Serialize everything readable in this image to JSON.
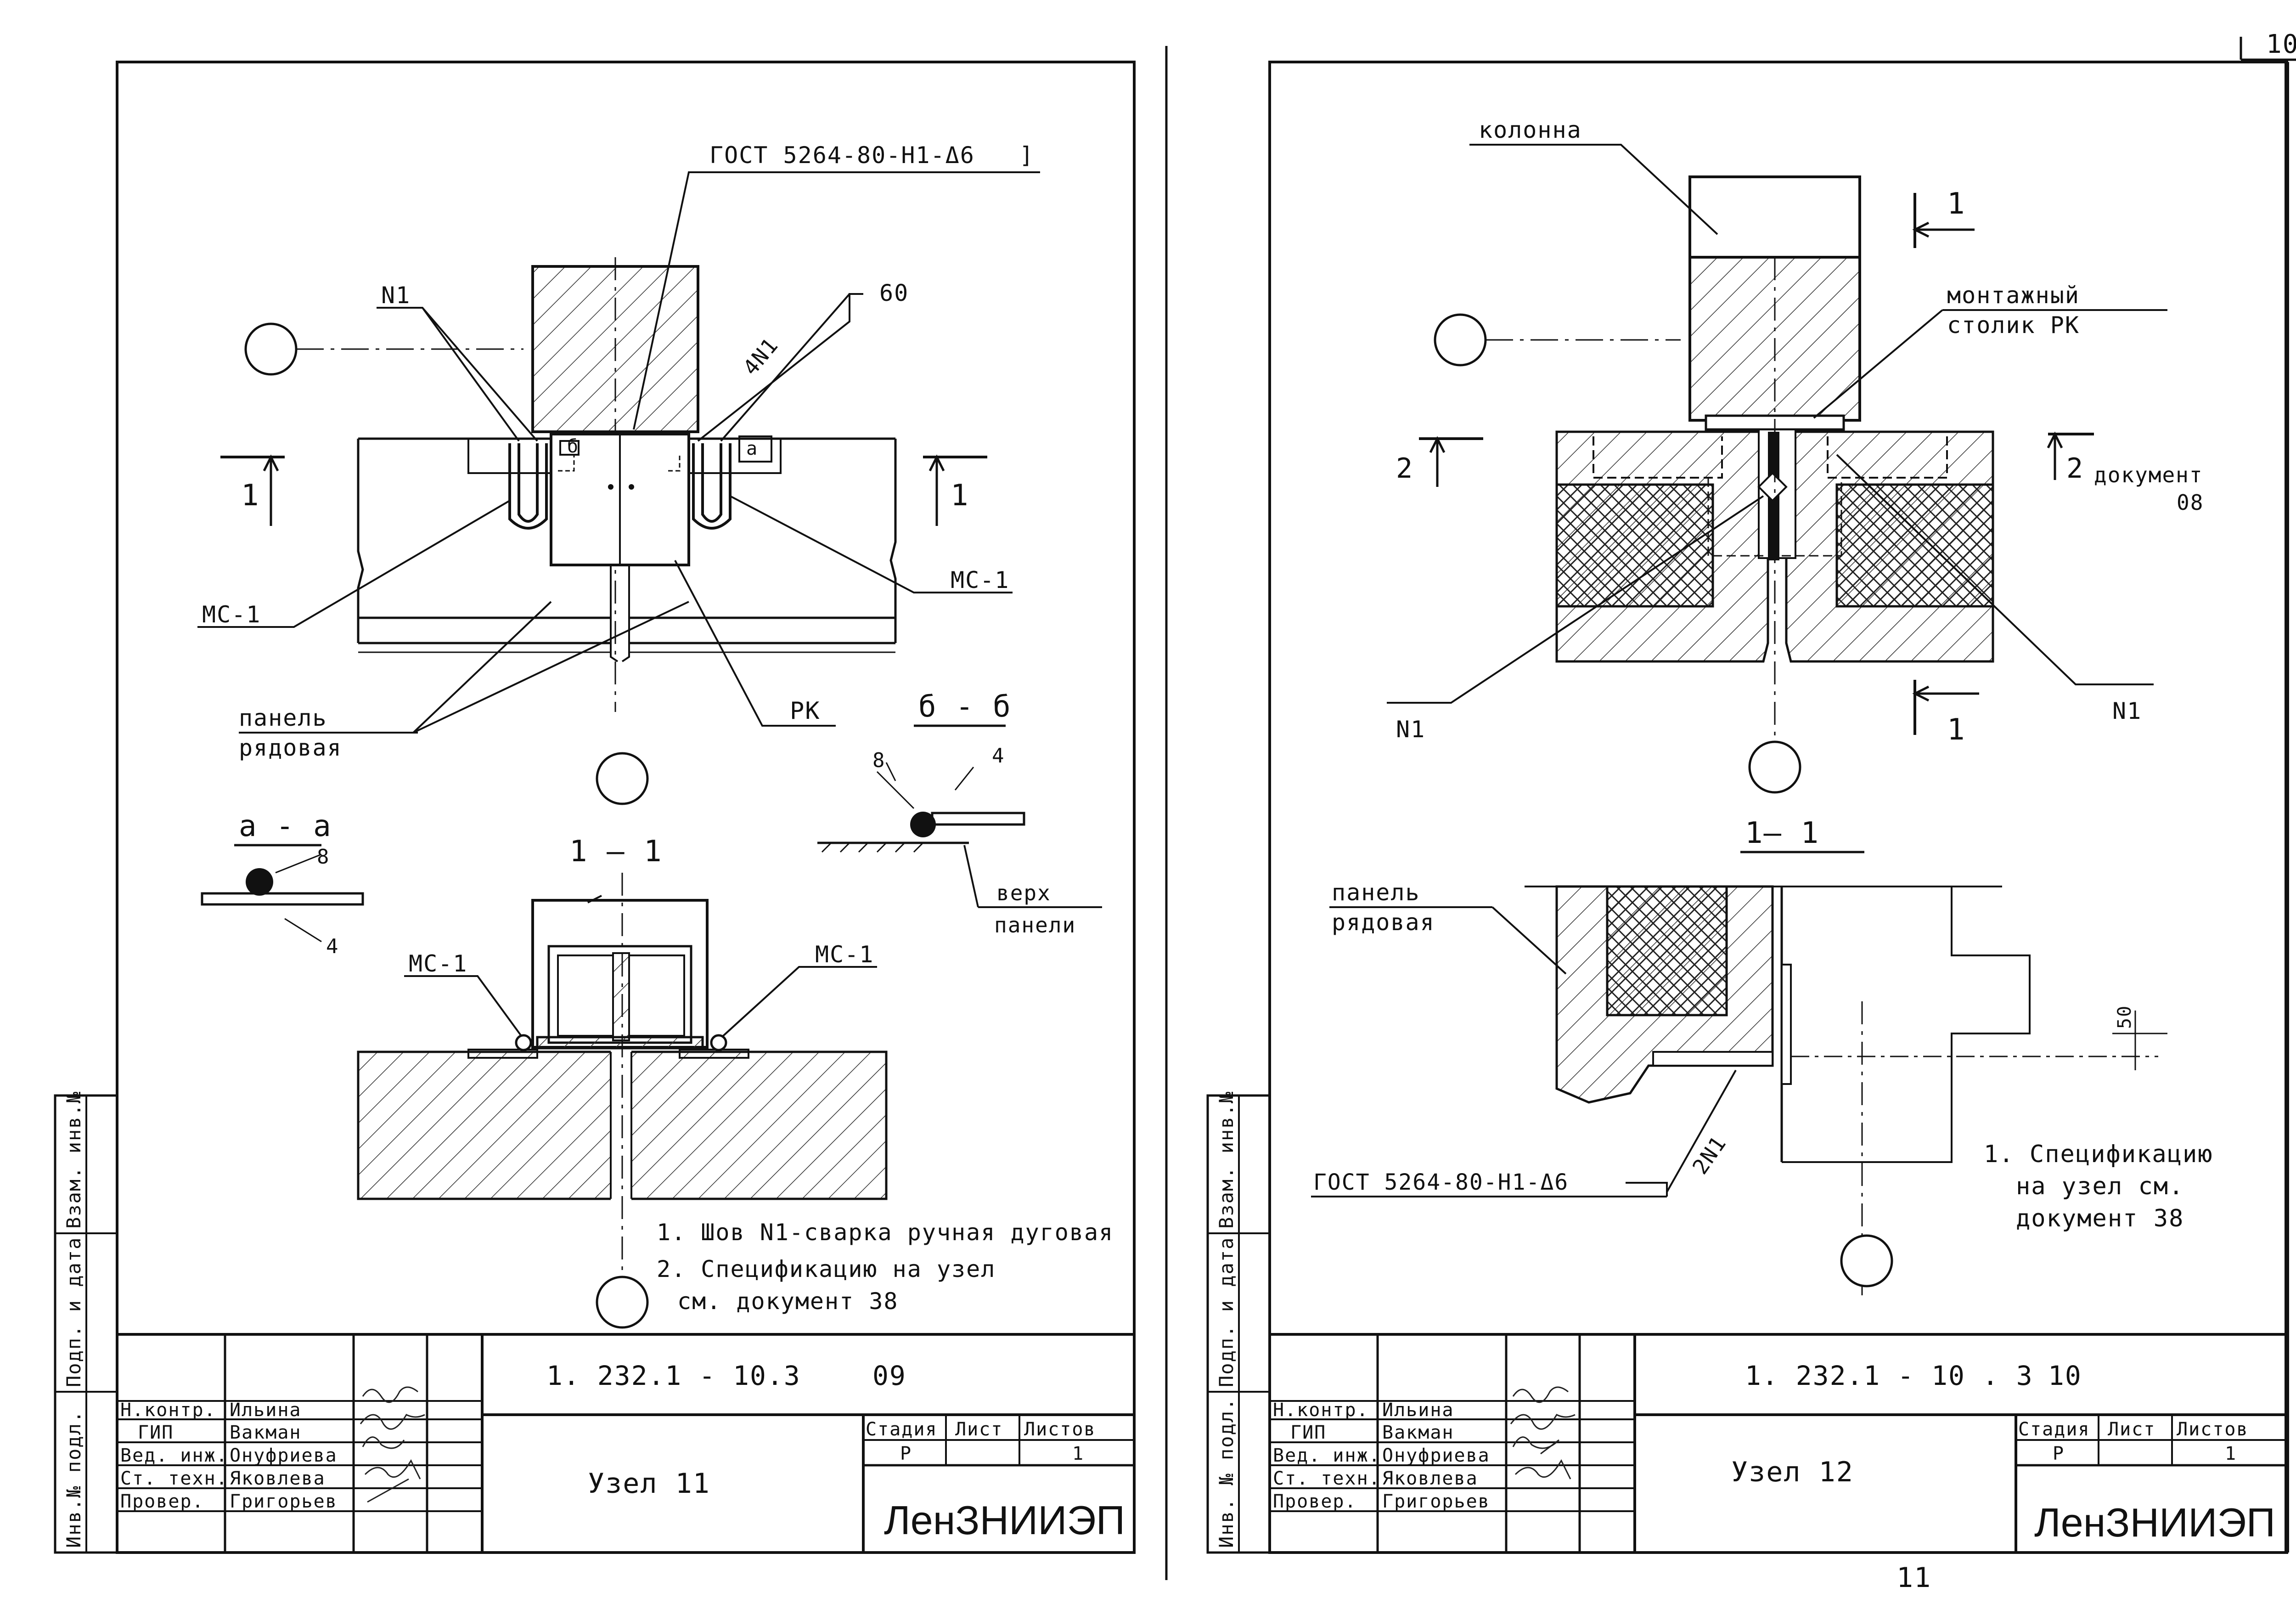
{
  "page_corner": {
    "top": "10"
  },
  "page_footer": {
    "number": "11"
  },
  "sheets": [
    {
      "code": "1. 232.1 - 10.3",
      "sheet_no": "09",
      "node_title": "Узел 11",
      "org": "ЛенЗНИИЭП",
      "stage_headers": [
        "Стадия",
        "Лист",
        "Листов"
      ],
      "stage": "Р",
      "list_count": "1",
      "people": [
        {
          "role": "Н.контр.",
          "name": "Ильина"
        },
        {
          "role": "ГИП",
          "name": "Вакман"
        },
        {
          "role": "Вед. инж.",
          "name": "Онуфриева"
        },
        {
          "role": "Ст. техн.",
          "name": "Яковлева"
        },
        {
          "role": "Провер.",
          "name": "Григорьев"
        }
      ],
      "side_labels": [
        "Инв.№ подл.",
        "Подп. и дата",
        "Взам. инв.№"
      ],
      "labels": {
        "gost": "ГОСТ 5264-80-Н1-Δ6",
        "n1": "N1",
        "n60": "60",
        "n4n1": "4N1",
        "b": "б",
        "a": "а",
        "mc1_left": "МС-1",
        "mc1_right": "МС-1",
        "panel_1": "панель",
        "panel_2": "рядовая",
        "pk": "РК",
        "cut_left": "1",
        "cut_right": "1",
        "section_bb": "б - б",
        "section_aa": "а - а",
        "section_11": "1 — 1",
        "dim8_a": "8",
        "dim4_a": "4",
        "dim8_b": "8",
        "dim4_b": "4",
        "verh_1": "верх",
        "verh_2": "панели",
        "mc1_sec_left": "МС-1",
        "mc1_sec_right": "МС-1"
      },
      "notes": [
        "1. Шов N1-сварка ручная дуговая",
        "2. Спецификацию на узел",
        "см. документ 38"
      ]
    },
    {
      "code": "1. 232.1 - 10 . 3",
      "sheet_no": "10",
      "node_title": "Узел 12",
      "org": "ЛенЗНИИЭП",
      "stage_headers": [
        "Стадия",
        "Лист",
        "Листов"
      ],
      "stage": "Р",
      "list_count": "1",
      "people": [
        {
          "role": "Н.контр.",
          "name": "Ильина"
        },
        {
          "role": "ГИП",
          "name": "Вакман"
        },
        {
          "role": "Вед. инж.",
          "name": "Онуфриева"
        },
        {
          "role": "Ст. техн.",
          "name": "Яковлева"
        },
        {
          "role": "Провер.",
          "name": "Григорьев"
        }
      ],
      "side_labels": [
        "Инв. № подл.",
        "Подп. и дата",
        "Взам. инв.№"
      ],
      "labels": {
        "kolonna": "колонна",
        "montazh_1": "монтажный",
        "montazh_2": "столик РК",
        "cut_top": "1",
        "cut_bottom": "1",
        "cut2_left": "2",
        "cut2_right": "2",
        "doc_1": "документ",
        "doc_2": "08",
        "n1_left": "N1",
        "n1_right": "N1",
        "section_11": "1— 1",
        "panel_1": "панель",
        "panel_2": "рядовая",
        "dim50": "50",
        "n2n1": "2N1",
        "gost": "ГОСТ 5264-80-Н1-Δ6"
      },
      "notes": [
        "1. Спецификацию",
        "на узел см.",
        "документ 38"
      ]
    }
  ]
}
